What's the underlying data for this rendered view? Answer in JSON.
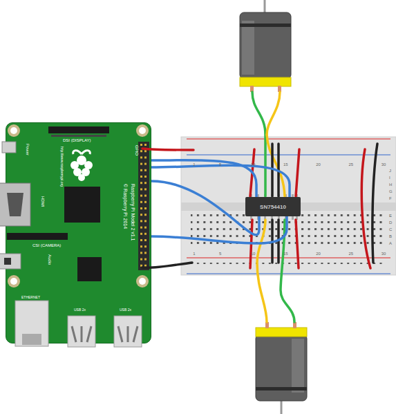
{
  "diagram": {
    "nodes": [
      {
        "text": [
          "DSI (DISPLAY)",
          "Power",
          "http://www.raspberrypi.org",
          "GPIO",
          "HDMI",
          "Raspberry Pi Model 2 v1.1",
          "© Raspberry Pi 2014",
          "CSI (CAMERA)",
          "Audio",
          "ETHERNET",
          "USB 2x",
          "USB 2x"
        ]
      },
      {
        "text": [
          "SN754410"
        ]
      }
    ],
    "edges": [
      {
        "from": 0,
        "to": 1,
        "arrow": "none"
      },
      {
        "from": 0,
        "to": 1,
        "arrow": "none"
      },
      {
        "from": 0,
        "to": 1,
        "arrow": "none"
      },
      {
        "from": 0,
        "to": 1,
        "arrow": "none"
      }
    ],
    "labels": [
      "1",
      "5",
      "10",
      "15",
      "20",
      "25",
      "30",
      "1",
      "5",
      "10",
      "15",
      "20",
      "25",
      "30",
      "J",
      "I",
      "H",
      "G",
      "F",
      "E",
      "D",
      "C",
      "B",
      "A"
    ]
  }
}
